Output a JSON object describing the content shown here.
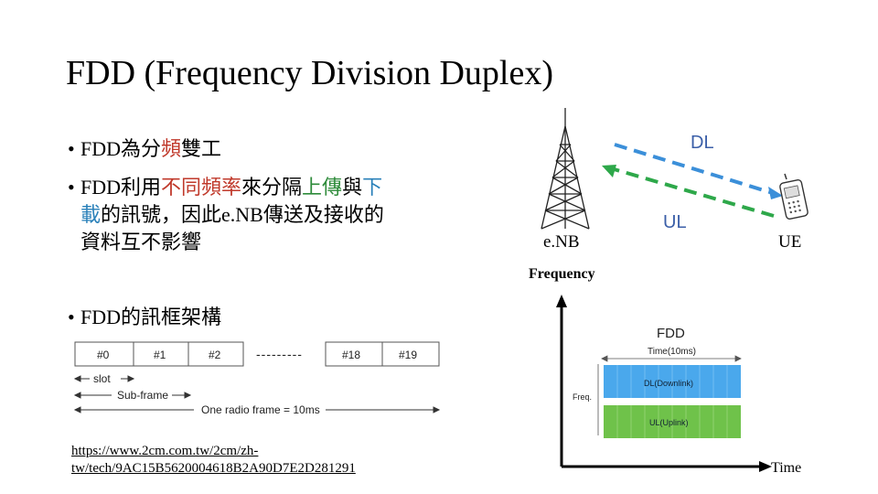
{
  "title": "FDD (Frequency Division Duplex)",
  "bullets": {
    "b1": {
      "pre": "FDD為分",
      "red": "頻",
      "post": "雙工"
    },
    "b2": {
      "pre": "FDD利用",
      "red": "不同頻率",
      "mid": "來分隔",
      "green": "上傳",
      "mid2": "與",
      "blue": "下",
      "blue2": "載",
      "tail1": "的訊號，因此e.NB傳送及接收的",
      "tail2": "資料互不影響"
    },
    "b3": "FDD的訊框架構"
  },
  "tower_diagram": {
    "enb_label": "e.NB",
    "ue_label": "UE",
    "dl_label": "DL",
    "ul_label": "UL",
    "colors": {
      "dl": "#3b8fd9",
      "ul": "#2ea84a",
      "label": "#3b5fa8"
    }
  },
  "frame_structure": {
    "slots": [
      "#0",
      "#1",
      "#2",
      "---------",
      "#18",
      "#19"
    ],
    "slot_label": "slot",
    "subframe_label": "Sub-frame",
    "radio_frame_label": "One radio frame = 10ms"
  },
  "fdd_chart": {
    "freq_axis_label": "Frequency",
    "time_axis_label": "Time",
    "title": "FDD",
    "time_caption": "Time(10ms)",
    "freq_caption": "Freq.",
    "dl_band": "DL(Downlink)",
    "ul_band": "UL(Uplink)",
    "colors": {
      "dl": "#4aa8ec",
      "ul": "#6fc24a"
    }
  },
  "link": {
    "line1": "https://www.2cm.com.tw/2cm/zh-",
    "line2": "tw/tech/9AC15B5620004618B2A90D7E2D281291"
  }
}
